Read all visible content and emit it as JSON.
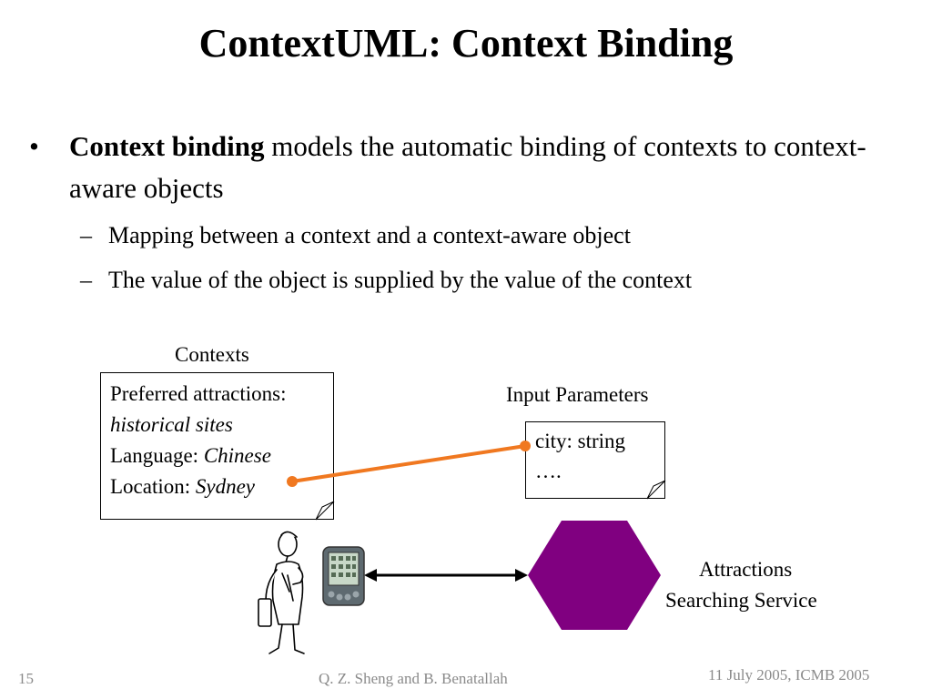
{
  "slide": {
    "title": "ContextUML: Context Binding",
    "bullet": {
      "marker": "•",
      "bold": "Context binding",
      "rest": " models the automatic binding of contexts to context-aware objects"
    },
    "sub_bullets": [
      {
        "marker": "–",
        "text": "Mapping between a context and a context-aware object"
      },
      {
        "marker": "–",
        "text": "The value of the object is supplied by the value of the context"
      }
    ]
  },
  "diagram": {
    "contexts_label": "Contexts",
    "context_box": {
      "line1": "Preferred attractions:",
      "line2": "historical sites",
      "line3_label": "Language: ",
      "line3_value": "Chinese",
      "line4_label": "Location: ",
      "line4_value": "Sydney"
    },
    "input_label": "Input Parameters",
    "input_box": {
      "line1": "city: string",
      "line2": "…."
    },
    "service_label_1": "Attractions",
    "service_label_2": "Searching Service",
    "colors": {
      "binding_line": "#f07820",
      "service_hexagon": "#800080"
    },
    "icons": [
      "person-icon",
      "pda-icon"
    ]
  },
  "footer": {
    "page_number": "15",
    "authors": "Q. Z. Sheng and B. Benatallah",
    "date_venue": "11 July 2005, ICMB 2005"
  }
}
